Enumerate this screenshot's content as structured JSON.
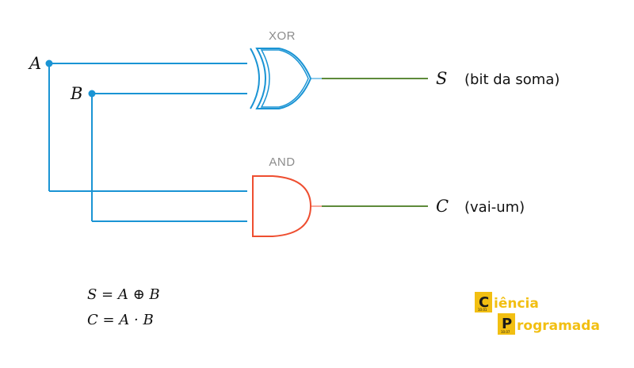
{
  "colors": {
    "input_wire": "#1a94d4",
    "output_wire": "#5e8a3a",
    "xor_gate": "#1a94d4",
    "and_gate": "#ee4e30",
    "gate_label": "#8c8c8c",
    "logo_box": "#f2bf12"
  },
  "gates": {
    "xor": {
      "label": "XOR"
    },
    "and": {
      "label": "AND"
    }
  },
  "inputs": {
    "a": "A",
    "b": "B"
  },
  "outputs": {
    "sum": {
      "symbol": "S",
      "description": "(bit da soma)"
    },
    "carry": {
      "symbol": "C",
      "description": "(vai-um)"
    }
  },
  "equations": {
    "sum": "S = A ⊕ B",
    "carry": "C = A · B"
  },
  "logo": {
    "line1_letter": "C",
    "line1_rest": "iência",
    "line2_letter": "P",
    "line2_rest": "rogramada",
    "box1_code": "10.01",
    "box2_code": "10.07"
  }
}
